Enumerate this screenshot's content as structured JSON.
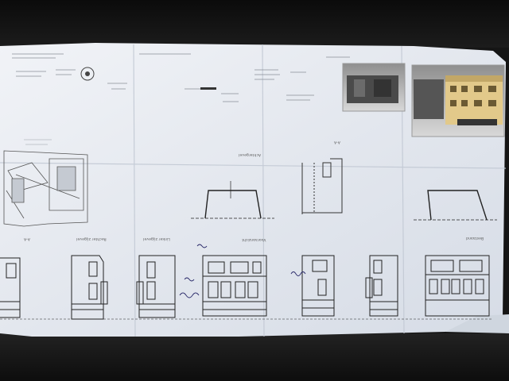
{
  "scene": {
    "colors": {
      "carpet": "#151515",
      "paper": "#e4e8ee",
      "paper_shadow": "#c9d0da",
      "line": "#3a3a3a",
      "render_building": "#e2c98a"
    }
  },
  "sheet": {
    "labels": {
      "title_vooraanzicht": "Vooraanzicht",
      "title_bestaand": "Bestaand",
      "title_rechter_zijgevel": "Rechter zijgevel",
      "title_linker_zijgevel": "Linker zijgevel",
      "title_achtergevel": "Achtergevel",
      "section_aa": "A-A",
      "section_aa_2": "A-A"
    }
  }
}
